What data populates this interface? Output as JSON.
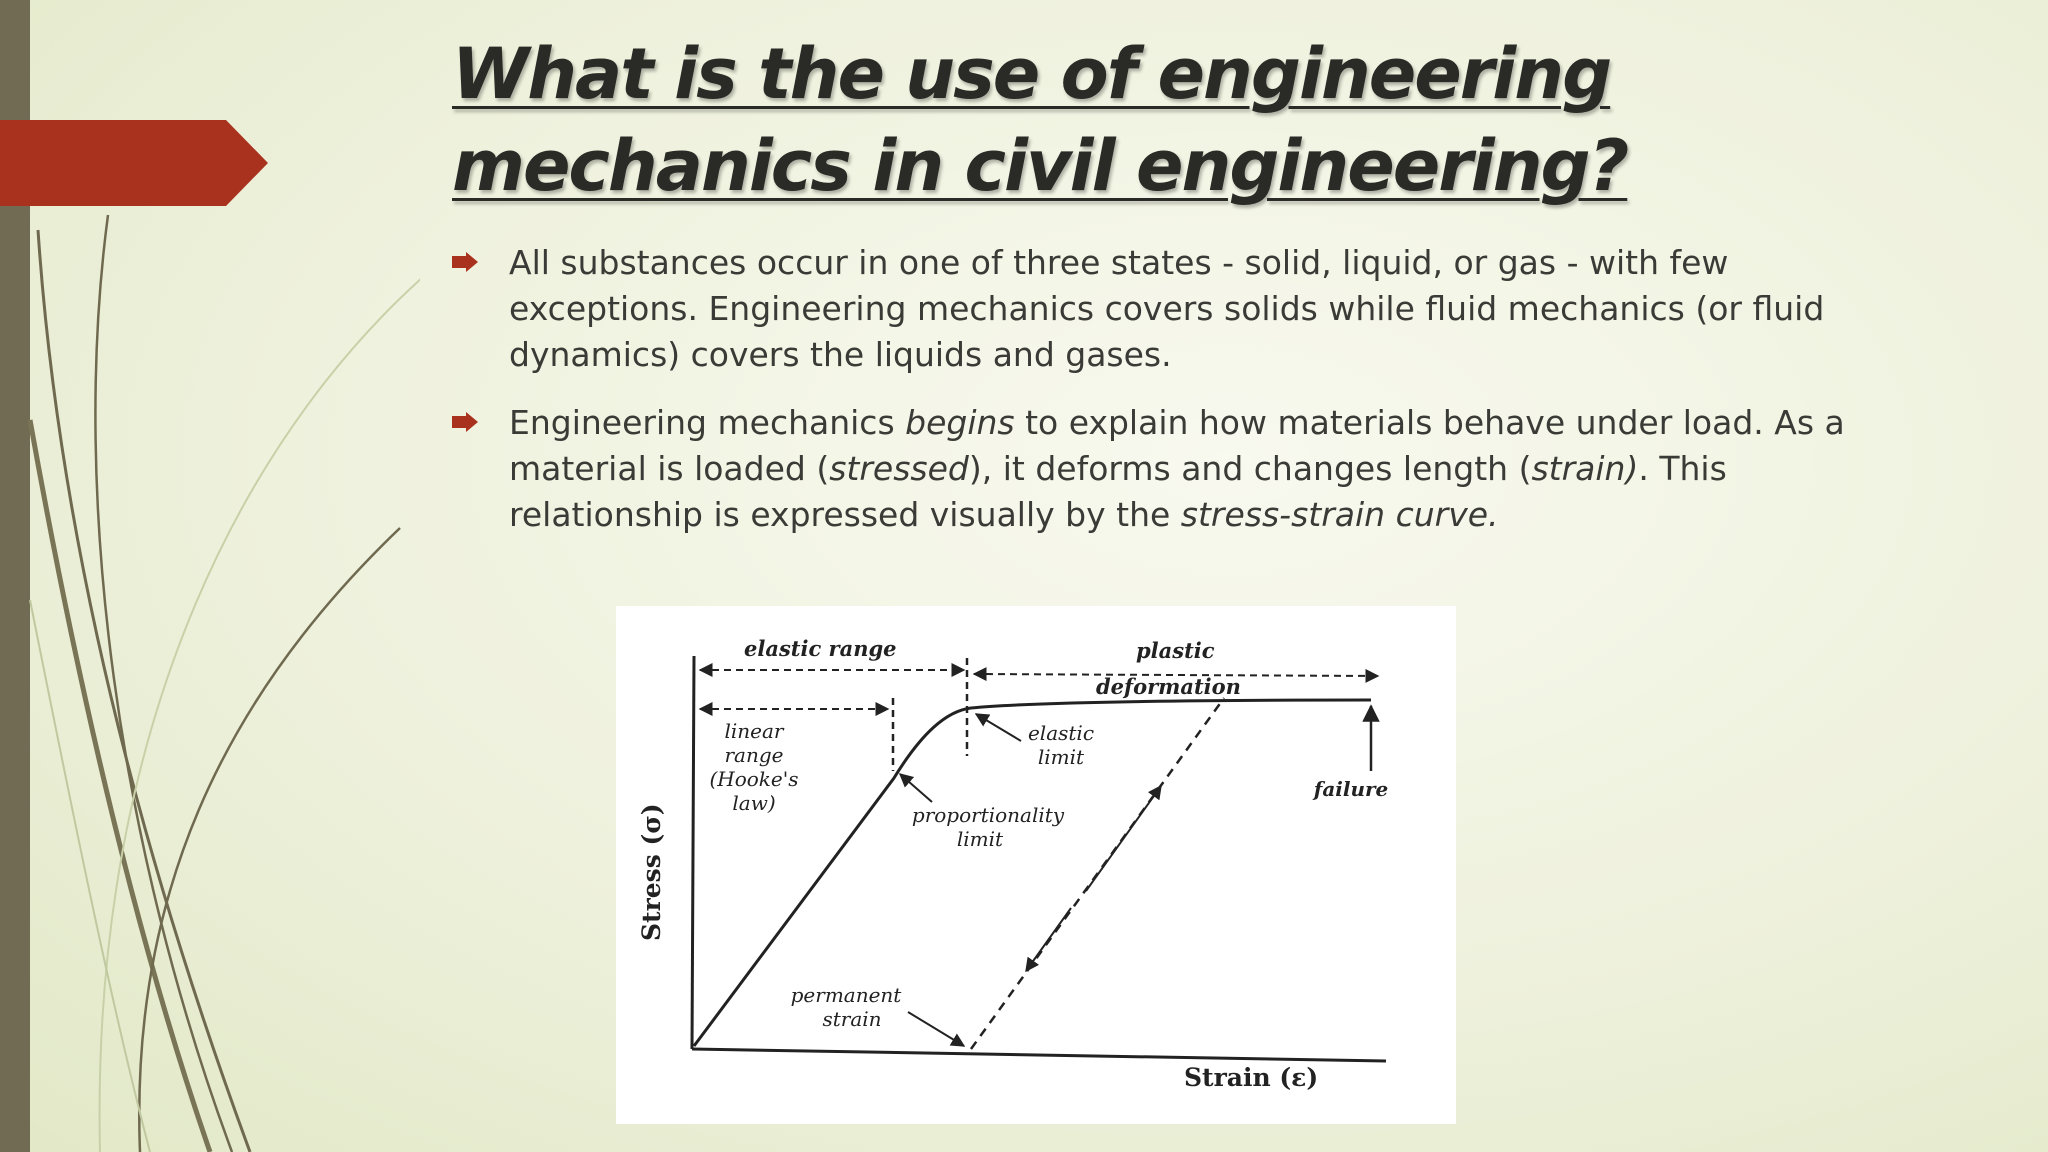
{
  "slide": {
    "title": "What is the use of engineering mechanics in civil engineering?",
    "bullet_icon": "right-arrow-bullet-icon",
    "accent_color": "#a8321e",
    "side_bar_color": "#726b53",
    "bullets": [
      {
        "parts": [
          "All substances occur in one of three states - solid, liquid, or gas - with few exceptions. Engineering mechanics covers solids while fluid mechanics (or fluid dynamics) covers the liquids and gases."
        ]
      },
      {
        "parts": [
          "Engineering mechanics ",
          "begins",
          " to explain how materials behave under load. As a material is loaded (",
          "stressed",
          "), it deforms and changes length (",
          "strain)",
          ". This relationship is expressed visually by the ",
          "stress-strain curve."
        ]
      }
    ]
  },
  "diagram": {
    "x_axis_label": "Strain (ε)",
    "y_axis_label": "Stress (σ)",
    "labels": {
      "elastic_range": "elastic range",
      "plastic_1": "plastic",
      "plastic_2": "deformation",
      "linear_1": "linear",
      "linear_2": "range",
      "linear_3": "(Hooke's",
      "linear_4": "law)",
      "elastic_limit_1": "elastic",
      "elastic_limit_2": "limit",
      "prop_limit_1": "proportionality",
      "prop_limit_2": "limit",
      "failure": "failure",
      "permanent_1": "permanent",
      "permanent_2": "strain"
    }
  }
}
